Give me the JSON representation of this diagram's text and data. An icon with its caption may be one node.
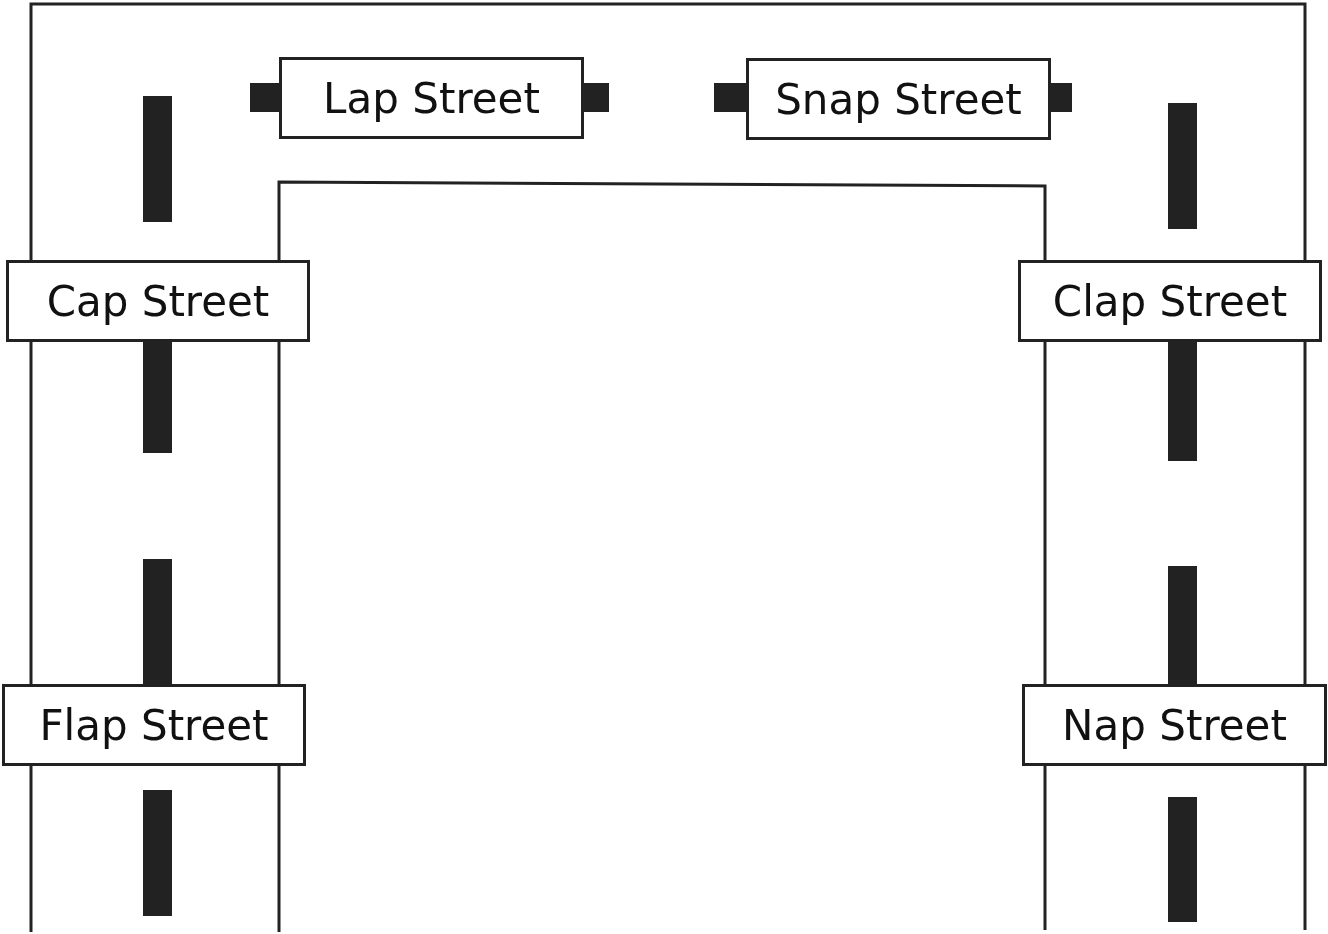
{
  "diagram": {
    "nodes": [
      {
        "text": [
          "Lap Street"
        ]
      },
      {
        "text": [
          "Snap Street"
        ]
      },
      {
        "text": [
          "Cap Street"
        ]
      },
      {
        "text": [
          "Clap Street"
        ]
      },
      {
        "text": [
          "Flap Street"
        ]
      },
      {
        "text": [
          "Nap Street"
        ]
      }
    ]
  }
}
